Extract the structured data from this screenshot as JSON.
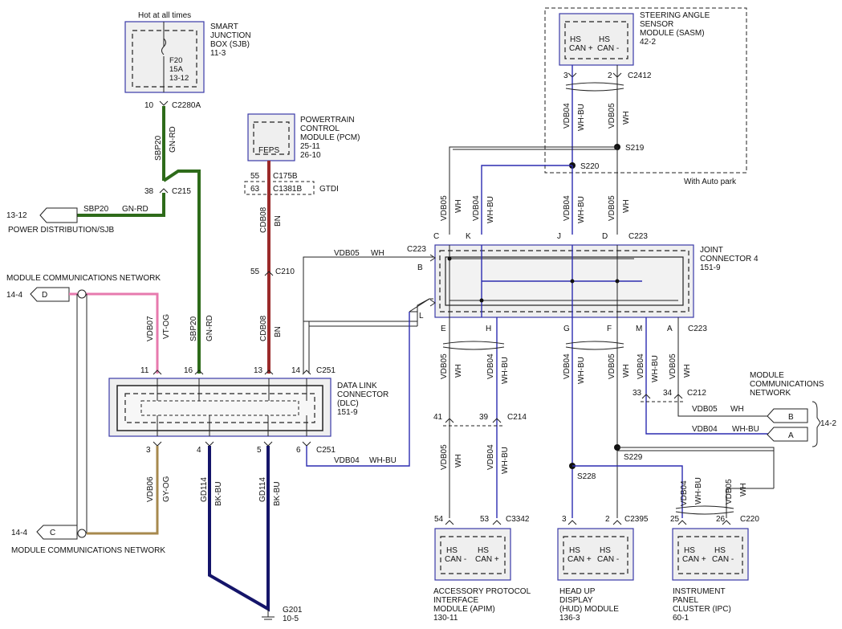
{
  "sjb": {
    "hot": "Hot at all times",
    "name": [
      "SMART",
      "JUNCTION",
      "BOX (SJB)",
      "11-3"
    ],
    "fuse": [
      "F20",
      "15A",
      "13-12"
    ],
    "pin": "10",
    "connector": "C2280A"
  },
  "sjb_wire": {
    "circuit": "SBP20",
    "color": "GN-RD"
  },
  "c215": {
    "connector": "C215",
    "pin": "38"
  },
  "power_dist": {
    "ref": "13-12",
    "label": "POWER DISTRIBUTION/SJB",
    "circuit": "SBP20",
    "color": "GN-RD"
  },
  "pcm": {
    "name": [
      "POWERTRAIN",
      "CONTROL",
      "MODULE (PCM)",
      "25-11",
      "26-10"
    ],
    "inner": "FEPS",
    "pin1": "55",
    "conn1": "C175B",
    "pin2": "63",
    "conn2": "C1381B",
    "variant": "GTDI",
    "circuit": "CDB08",
    "color": "BN",
    "c210_pin": "55",
    "c210": "C210"
  },
  "mcn_d": {
    "ref": "14-4",
    "letter": "D",
    "label": "MODULE COMMUNICATIONS NETWORK"
  },
  "mcn_c": {
    "ref": "14-4",
    "letter": "C",
    "label": "MODULE COMMUNICATIONS NETWORK"
  },
  "dlc": {
    "name": [
      "DATA LINK",
      "CONNECTOR",
      "(DLC)",
      "151-9"
    ],
    "top_pins": [
      "11",
      "16",
      "13",
      "14"
    ],
    "top_conn": "C251",
    "bottom_pins": [
      "3",
      "4",
      "5",
      "6"
    ],
    "bottom_conn": "C251",
    "wires_top": [
      {
        "circuit": "VDB07",
        "color": "VT-OG"
      },
      {
        "circuit": "SBP20",
        "color": "GN-RD"
      },
      {
        "circuit": "CDB08",
        "color": "BN"
      }
    ],
    "wires_bottom": [
      {
        "circuit": "VDB06",
        "color": "GY-OG"
      },
      {
        "circuit": "GD114",
        "color": "BK-BU"
      },
      {
        "circuit": "GD114",
        "color": "BK-BU"
      }
    ]
  },
  "ground": {
    "name": "G201",
    "ref": "10-5"
  },
  "sasm": {
    "name": [
      "STEERING ANGLE",
      "SENSOR",
      "MODULE (SASM)",
      "42-2"
    ],
    "pins": [
      "HS",
      "CAN +",
      "HS",
      "CAN -"
    ],
    "pin_nums": [
      "3",
      "2"
    ],
    "connector": "C2412",
    "note": "With Auto park",
    "wires": [
      {
        "circuit": "VDB04",
        "color": "WH-BU"
      },
      {
        "circuit": "VDB05",
        "color": "WH"
      }
    ]
  },
  "splices": {
    "s219": "S219",
    "s220": "S220",
    "s228": "S228",
    "s229": "S229"
  },
  "jc4": {
    "name": [
      "JOINT",
      "CONNECTOR 4",
      "151-9"
    ],
    "top_pins": [
      "C",
      "K",
      "J",
      "D"
    ],
    "top_conn": "C223",
    "left_conn": "C223",
    "left_pins": [
      "B",
      "L"
    ],
    "bottom_pins": [
      "E",
      "H",
      "G",
      "F",
      "M",
      "A"
    ],
    "bottom_conn": "C223",
    "top_wires": [
      {
        "circuit": "VDB05",
        "color": "WH"
      },
      {
        "circuit": "VDB04",
        "color": "WH-BU"
      },
      {
        "circuit": "VDB04",
        "color": "WH-BU"
      },
      {
        "circuit": "VDB05",
        "color": "WH"
      }
    ],
    "b_wire": {
      "circuit": "VDB05",
      "color": "WH"
    },
    "l_wire": {
      "circuit": "VDB04",
      "color": "WH-BU"
    }
  },
  "lower_wires": [
    {
      "circuit": "VDB05",
      "color": "WH"
    },
    {
      "circuit": "VDB04",
      "color": "WH-BU"
    },
    {
      "circuit": "VDB04",
      "color": "WH-BU"
    },
    {
      "circuit": "VDB05",
      "color": "WH"
    },
    {
      "circuit": "VDB04",
      "color": "WH-BU"
    },
    {
      "circuit": "VDB05",
      "color": "WH"
    }
  ],
  "c214": {
    "pins": [
      "41",
      "39"
    ],
    "connector": "C214"
  },
  "c212": {
    "pins": [
      "33",
      "34"
    ],
    "connector": "C212"
  },
  "mcn_right": {
    "label": [
      "MODULE",
      "COMMUNICATIONS",
      "NETWORK"
    ],
    "ref": "14-2",
    "b": {
      "circuit": "VDB05",
      "color": "WH",
      "letter": "B"
    },
    "a": {
      "circuit": "VDB04",
      "color": "WH-BU",
      "letter": "A"
    }
  },
  "apim": {
    "name": [
      "ACCESSORY PROTOCOL",
      "INTERFACE",
      "MODULE (APIM)",
      "130-11"
    ],
    "pins": [
      "HS",
      "CAN -",
      "HS",
      "CAN +"
    ],
    "pin_nums": [
      "54",
      "53"
    ],
    "connector": "C3342"
  },
  "hud": {
    "name": [
      "HEAD UP",
      "DISPLAY",
      "(HUD) MODULE",
      "136-3"
    ],
    "pins": [
      "HS",
      "CAN +",
      "HS",
      "CAN -"
    ],
    "pin_nums": [
      "3",
      "2"
    ],
    "connector": "C2395"
  },
  "ipc": {
    "name": [
      "INSTRUMENT",
      "PANEL",
      "CLUSTER (IPC)",
      "60-1"
    ],
    "pins": [
      "HS",
      "CAN +",
      "HS",
      "CAN -"
    ],
    "pin_nums": [
      "25",
      "26"
    ],
    "connector": "C220",
    "wires": [
      {
        "circuit": "VDB04",
        "color": "WH-BU"
      },
      {
        "circuit": "VDB05",
        "color": "WH"
      }
    ]
  },
  "colors": {
    "green": "#2e6b1a",
    "red": "#9b2a2a",
    "pink": "#e77aae",
    "tan": "#a7894e",
    "navy": "#15156a",
    "blue": "#2c2cb0"
  }
}
